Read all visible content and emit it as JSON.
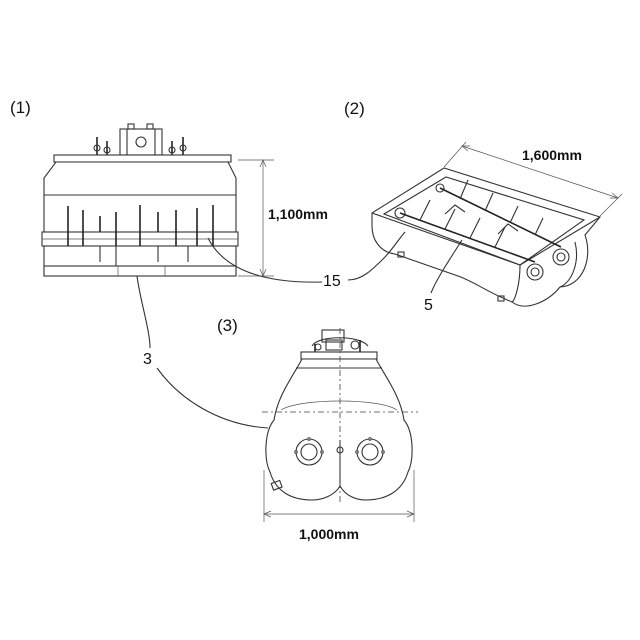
{
  "view_labels": {
    "view1": "(1)",
    "view2": "(2)",
    "view3": "(3)"
  },
  "dimensions": {
    "height": "1,100mm",
    "length": "1,600mm",
    "width": "1,000mm"
  },
  "reference_numbers": {
    "ref_15": "15",
    "ref_5": "5",
    "ref_3": "3"
  }
}
